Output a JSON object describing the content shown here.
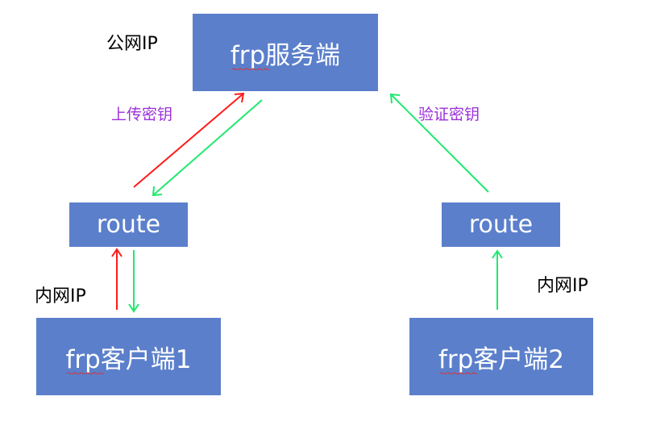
{
  "nodes": {
    "server": {
      "label": "frp服务端"
    },
    "route_left": {
      "label": "route"
    },
    "route_right": {
      "label": "route"
    },
    "client1": {
      "label": "frp客户端1"
    },
    "client2": {
      "label": "frp客户端2"
    }
  },
  "labels": {
    "public_ip": "公网IP",
    "inner_ip_left": "内网IP",
    "inner_ip_right": "内网IP",
    "upload_key": "上传密钥",
    "verify_key": "验证密钥"
  },
  "colors": {
    "box_fill": "#5b7fcb",
    "box_text": "#ffffff",
    "arrow_red": "#ff1a1a",
    "arrow_green": "#1fe86f",
    "key_label": "#9b30d9",
    "spell_underline": "#e03030"
  }
}
